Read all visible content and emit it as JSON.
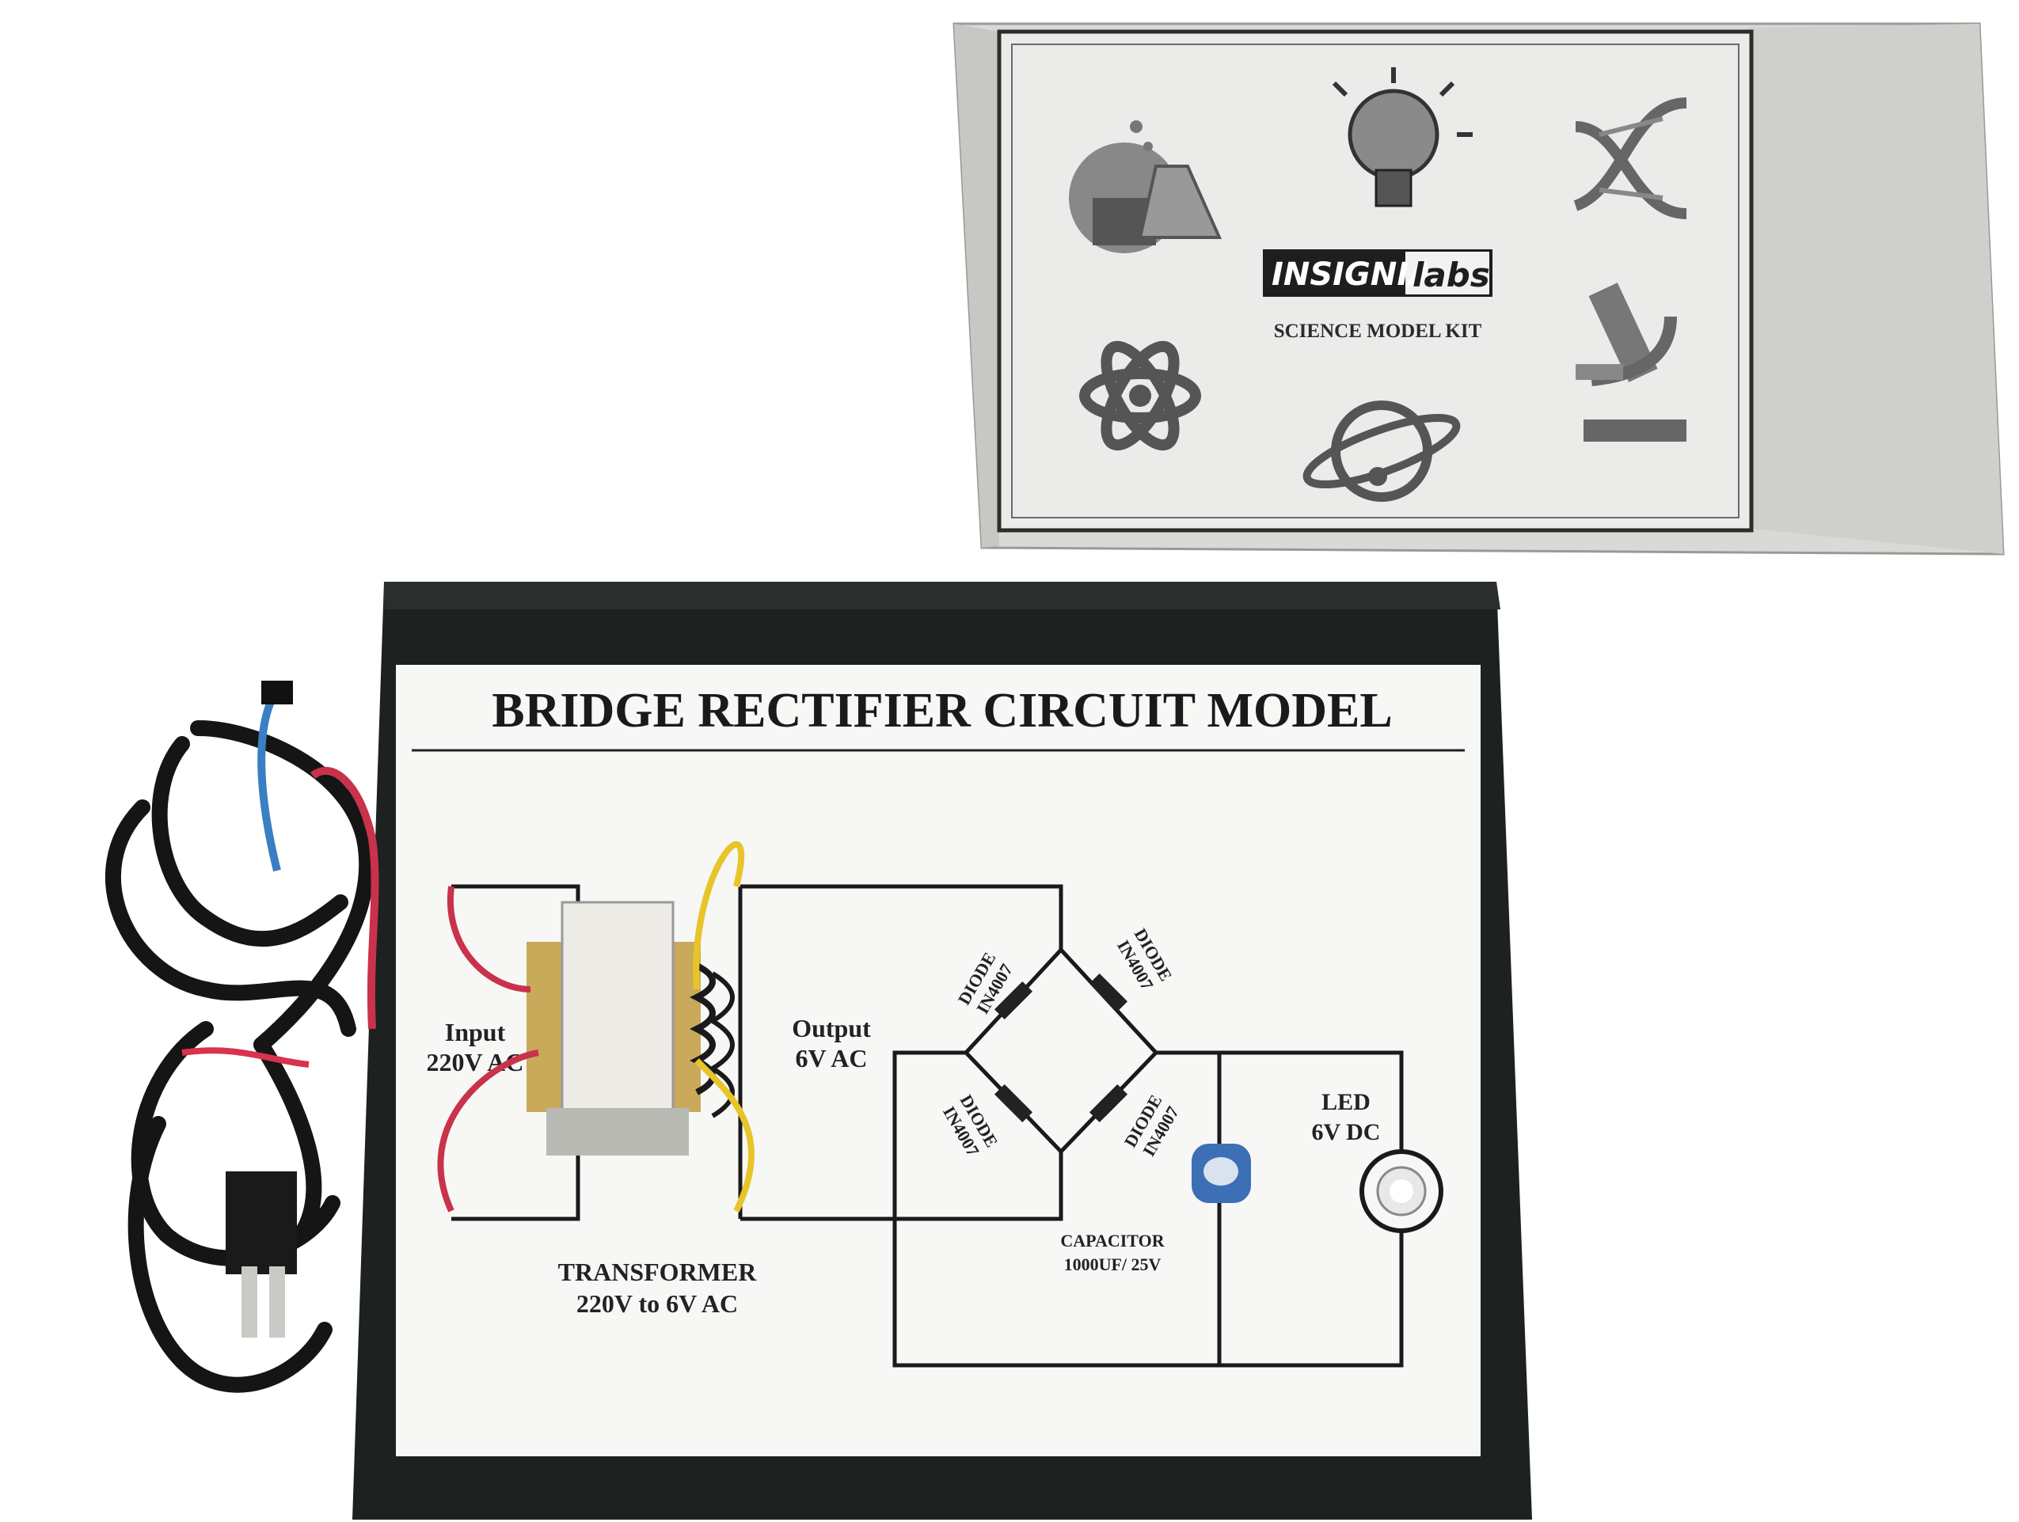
{
  "box": {
    "brand_main": "INSIGNIA",
    "brand_sub": "labs",
    "subtitle": "SCIENCE MODEL KIT",
    "icons": [
      "flask-icon",
      "bulb-icon",
      "dna-icon",
      "atom-icon",
      "microscope-icon",
      "planet-icon"
    ]
  },
  "board": {
    "title": "BRIDGE RECTIFIER CIRCUIT MODEL",
    "input_label": [
      "Input",
      "220V AC"
    ],
    "output_label": [
      "Output",
      "6V AC"
    ],
    "transformer_label": [
      "TRANSFORMER",
      "220V to 6V AC"
    ],
    "diode_label": [
      "DIODE",
      "IN4007"
    ],
    "capacitor_label": [
      "CAPACITOR",
      "1000UF/ 25V"
    ],
    "led_label": [
      "LED",
      "6V DC"
    ]
  },
  "colors": {
    "board": "#1d211f",
    "paper": "#f7f7f5",
    "wire_red": "#c8324a",
    "wire_yellow": "#e7c52a",
    "wire_blue": "#3a7fc4",
    "capacitor": "#3c6fb5",
    "box_bg": "#e9e9e7"
  }
}
